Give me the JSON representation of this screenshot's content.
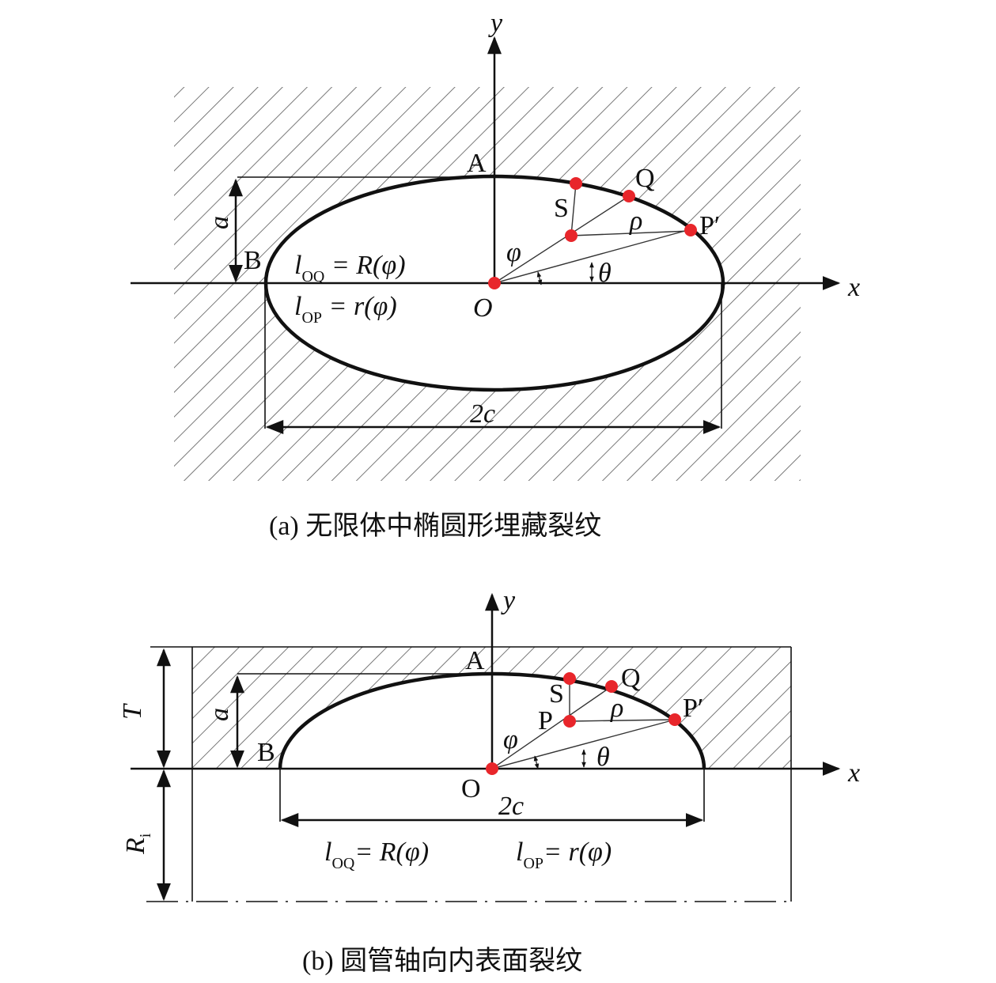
{
  "panel_a": {
    "caption": "(a) 无限体中椭圆形埋藏裂纹",
    "axis_x": "x",
    "axis_y": "y",
    "points": {
      "A": "A",
      "B": "B",
      "O": "O",
      "S": "S",
      "Q": "Q",
      "P_prime": "P′"
    },
    "symbols": {
      "rho": "ρ",
      "phi": "φ",
      "theta": "θ",
      "a": "a",
      "two_c": "2c"
    },
    "eq1": {
      "l": "l",
      "sub": "OQ",
      "rhs": " = R(φ)"
    },
    "eq2": {
      "l": "l",
      "sub": "OP",
      "rhs": " = r(φ)"
    }
  },
  "panel_b": {
    "caption": "(b) 圆管轴向内表面裂纹",
    "axis_x": "x",
    "axis_y": "y",
    "points": {
      "A": "A",
      "B": "B",
      "O": "O",
      "S": "S",
      "Q": "Q",
      "P": "P",
      "P_prime": "P′"
    },
    "symbols": {
      "rho": "ρ",
      "phi": "φ",
      "theta": "θ",
      "a": "a",
      "two_c": "2c",
      "T": "T",
      "R": "R",
      "R_sub": "i"
    },
    "eq1": {
      "l": "l",
      "sub": "OQ",
      "rhs": "= R(φ)"
    },
    "eq2": {
      "l": "l",
      "sub": "OP",
      "rhs": "= r(φ)"
    }
  },
  "colors": {
    "point": "#e8262b",
    "line": "#111111",
    "hatch": "#555555"
  }
}
